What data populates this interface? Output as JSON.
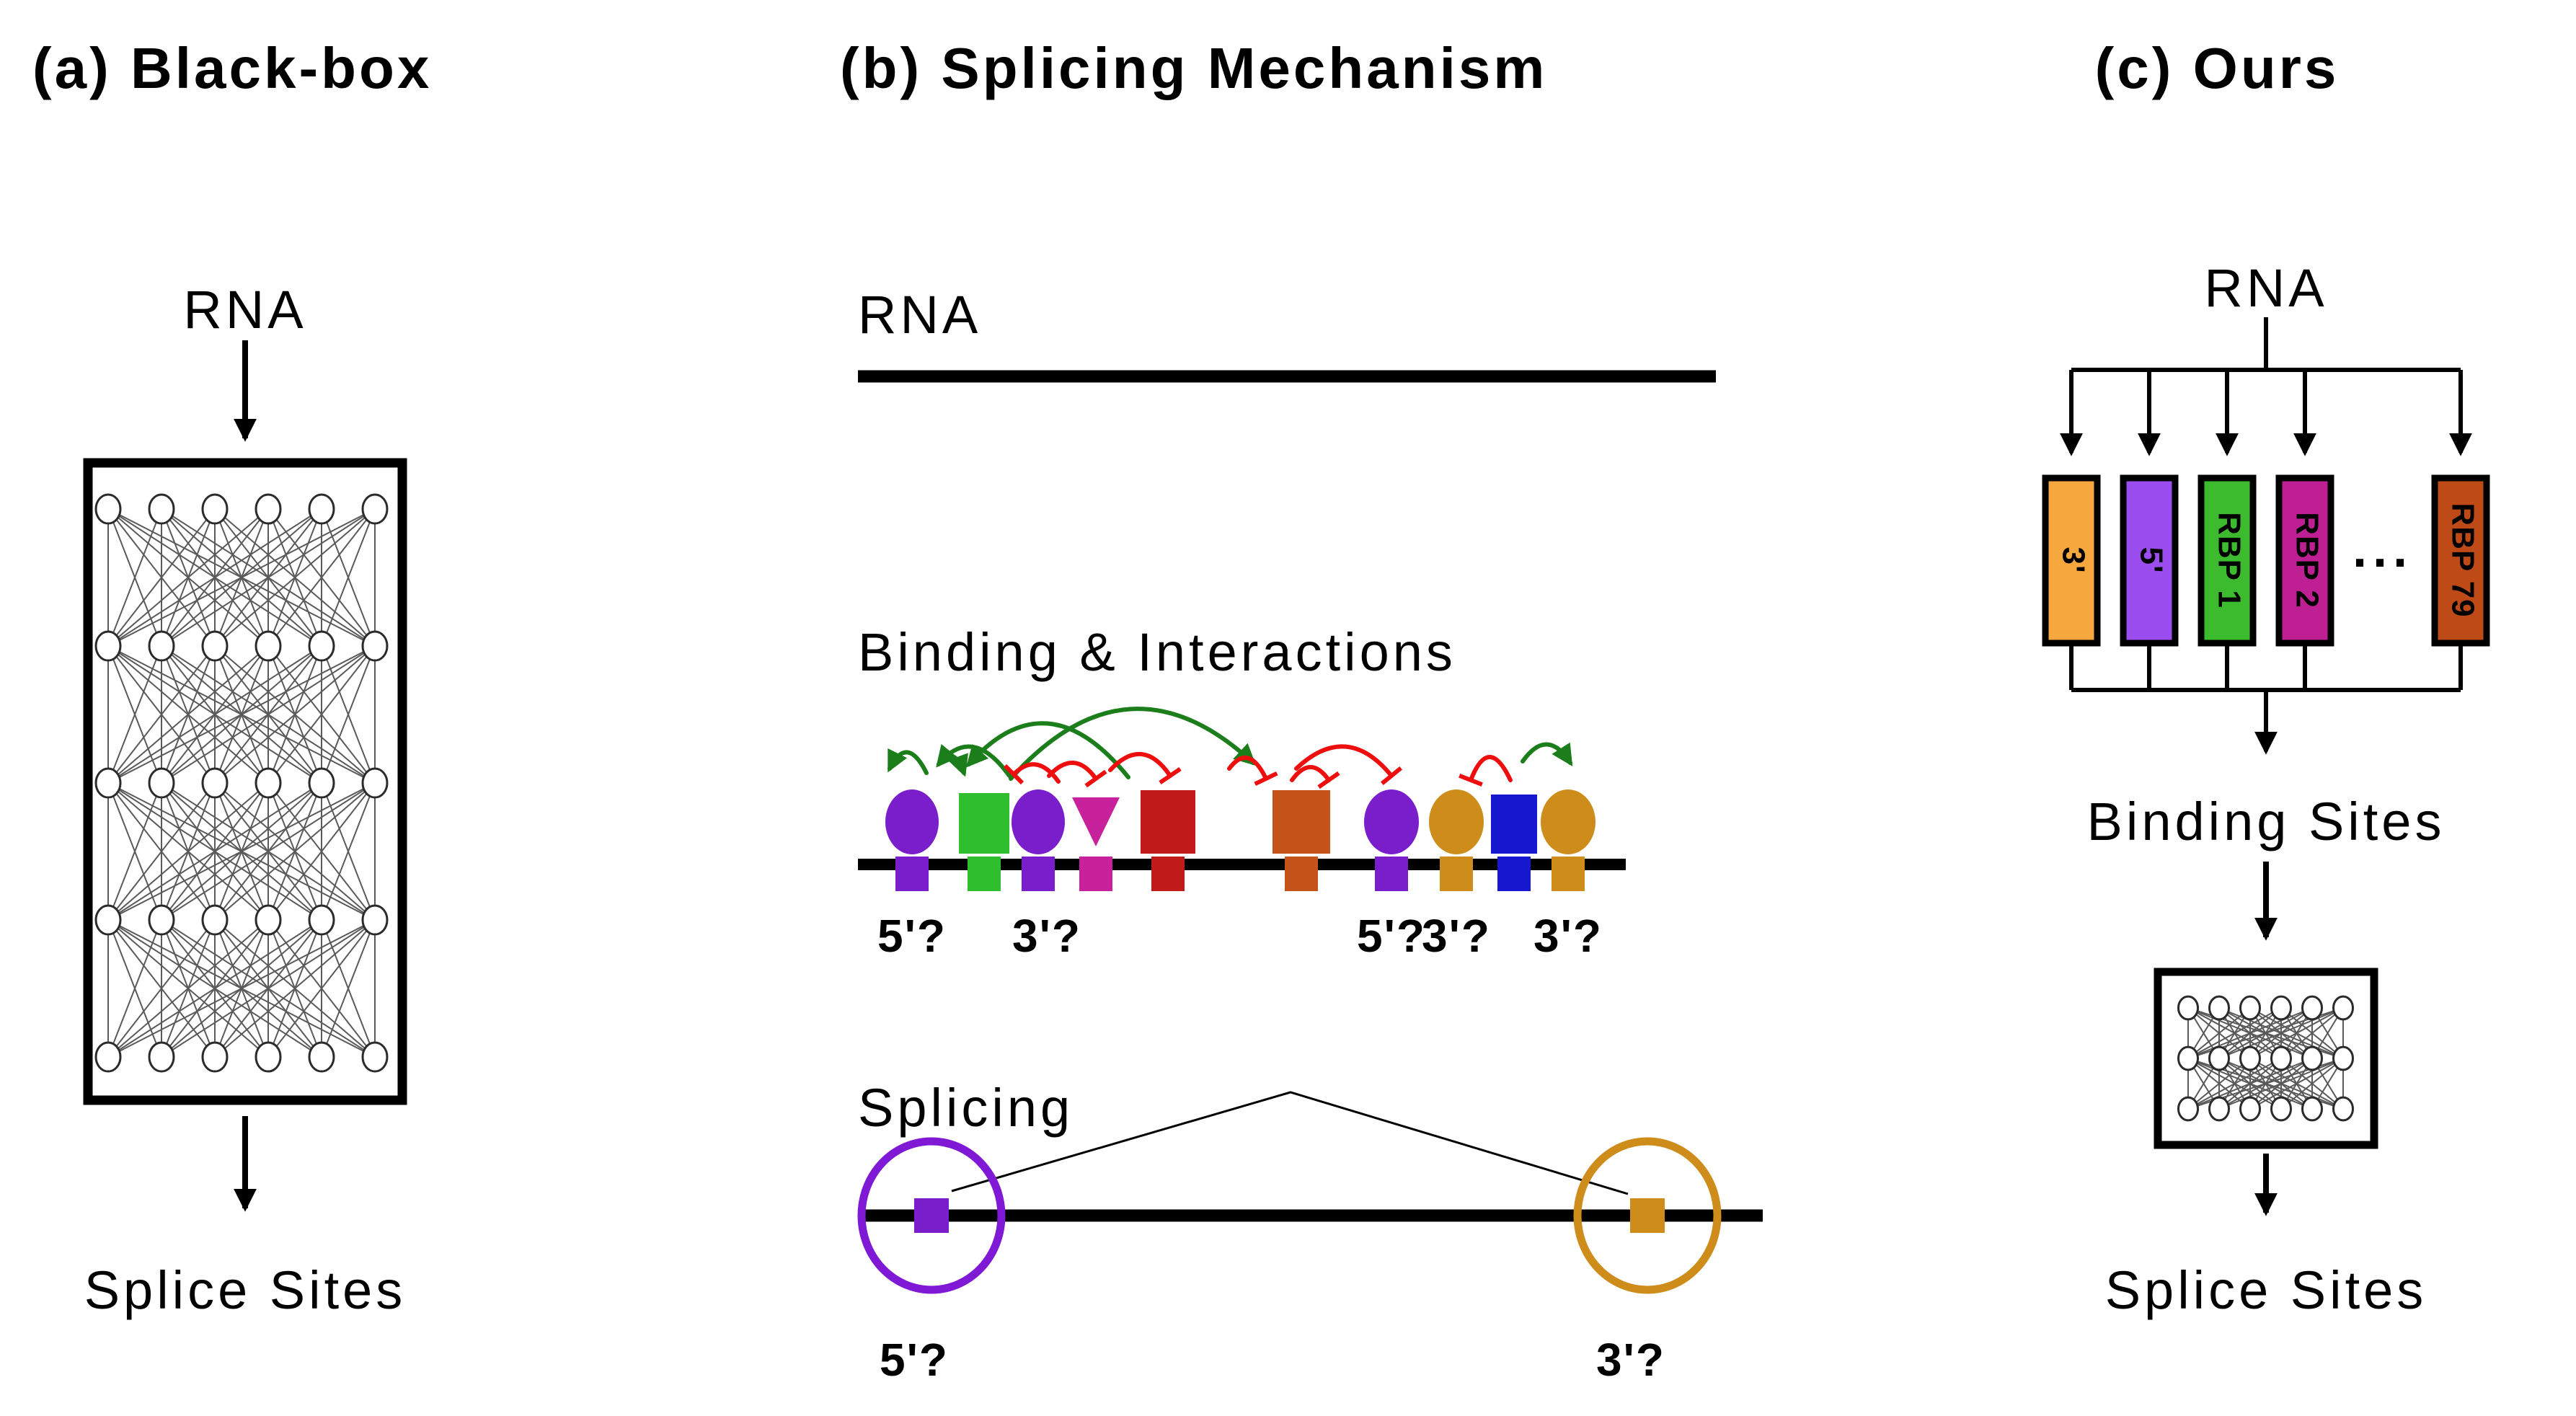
{
  "panels": {
    "a": {
      "title": "(a) Black-box",
      "rna_label": "RNA",
      "output_label": "Splice Sites"
    },
    "b": {
      "title": "(b) Splicing Mechanism",
      "rna_label": "RNA",
      "binding_title": "Binding & Interactions",
      "splicing_title": "Splicing",
      "binding_labels": [
        {
          "text": "5'?",
          "color": "#8019D6"
        },
        {
          "text": "3'?",
          "color": "#C8861C"
        },
        {
          "text": "5'?",
          "color": "#8019D6"
        },
        {
          "text": "3'?",
          "color": "#C8861C"
        },
        {
          "text": "3'?",
          "color": "#C8861C"
        }
      ],
      "splice_labels": [
        {
          "text": "5'?",
          "color": "#8019D6"
        },
        {
          "text": "3'?",
          "color": "#C8861C"
        }
      ]
    },
    "c": {
      "title": "(c) Ours",
      "rna_label": "RNA",
      "binding_label": "Binding Sites",
      "output_label": "Splice Sites",
      "dots": "···",
      "boxes": [
        {
          "label": "3'",
          "color": "#F6A83F"
        },
        {
          "label": "5'",
          "color": "#9C4DEF"
        },
        {
          "label": "RBP 1",
          "color": "#3BBB2D"
        },
        {
          "label": "RBP 2",
          "color": "#BE2093"
        },
        {
          "label": "RBP 79",
          "color": "#BE4B17"
        }
      ]
    }
  },
  "colors": {
    "purple": "#7A1ECC",
    "green": "#2EBE2E",
    "magenta": "#C7219C",
    "firebrick": "#C01A1A",
    "chocolate": "#C35318",
    "goldenrod": "#CE8C1A",
    "blue": "#1717CF",
    "arc_green": "#1B7E1B",
    "arc_red": "#EE0E0E",
    "ring_purple": "#8019D6",
    "ring_goldenrod": "#CE8C1A"
  }
}
